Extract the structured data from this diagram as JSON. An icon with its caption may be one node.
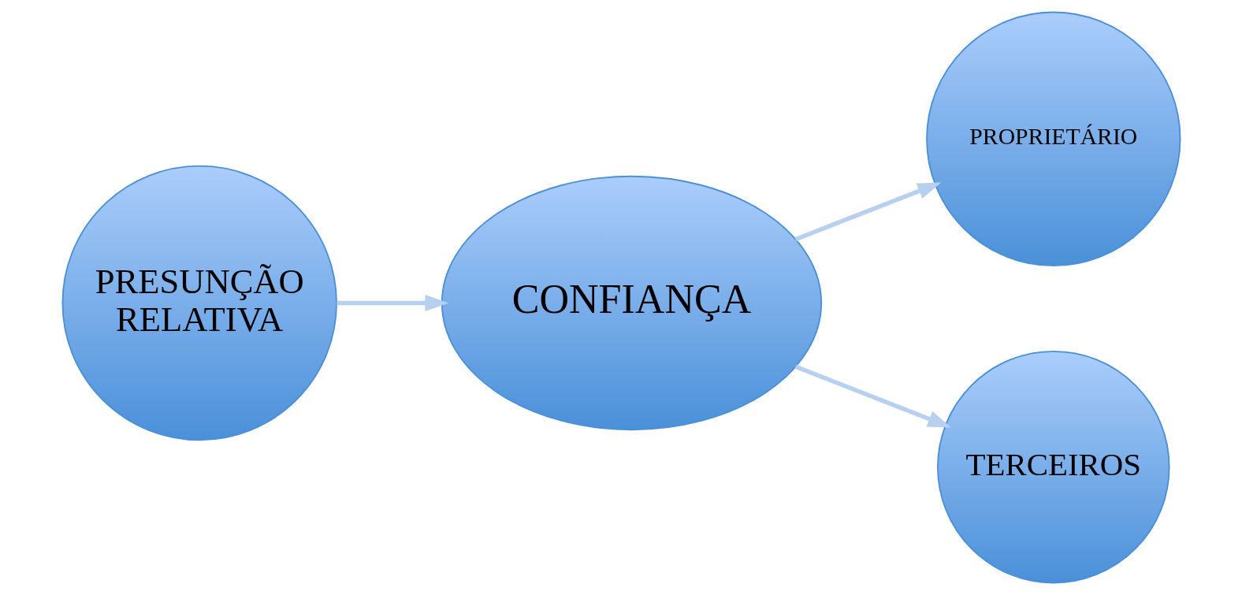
{
  "diagram": {
    "nodes": [
      {
        "text": [
          "PRESUNÇÃO RELATIVA"
        ]
      },
      {
        "text": [
          "CONFIANÇA"
        ]
      },
      {
        "text": [
          "PROPRIETÁRIO"
        ]
      },
      {
        "text": [
          "TERCEIROS"
        ]
      }
    ],
    "edges": [
      {
        "from": 0,
        "to": 1,
        "arrow": "to"
      },
      {
        "from": 1,
        "to": 2,
        "arrow": "to"
      },
      {
        "from": 1,
        "to": 3,
        "arrow": "to"
      }
    ]
  }
}
